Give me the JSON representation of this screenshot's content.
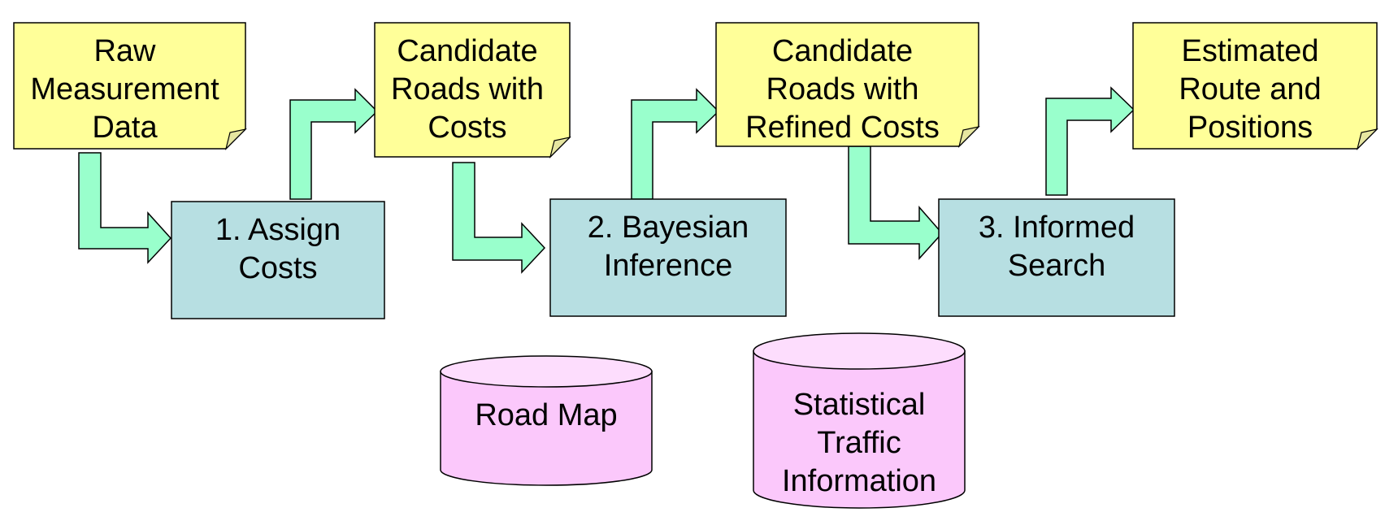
{
  "documents": [
    {
      "id": "raw-data",
      "lines": [
        "Raw",
        "Measurement",
        "Data"
      ]
    },
    {
      "id": "candidate-roads",
      "lines": [
        "Candidate",
        "Roads with",
        "Costs"
      ]
    },
    {
      "id": "refined-roads",
      "lines": [
        "Candidate",
        "Roads with",
        "Refined Costs"
      ]
    },
    {
      "id": "estimated-route",
      "lines": [
        "Estimated",
        "Route and",
        "Positions"
      ]
    }
  ],
  "processes": [
    {
      "id": "assign-costs",
      "lines": [
        "1. Assign",
        "Costs"
      ]
    },
    {
      "id": "bayesian-inference",
      "lines": [
        "2. Bayesian",
        "Inference"
      ]
    },
    {
      "id": "informed-search",
      "lines": [
        "3. Informed",
        "Search"
      ]
    }
  ],
  "databases": [
    {
      "id": "road-map",
      "lines": [
        "Road Map"
      ]
    },
    {
      "id": "traffic-info",
      "lines": [
        "Statistical",
        "Traffic",
        "Information"
      ]
    }
  ],
  "colors": {
    "document_fill": "#FFFF99",
    "document_fold": "#E6E6A0",
    "process_fill": "#B7DFE2",
    "database_fill": "#FBC8FB",
    "database_top": "#FDDDFD",
    "arrow_fill": "#99FFCC",
    "stroke": "#000000"
  },
  "icons": {
    "arrow": "elbow-arrow",
    "document": "document-shape",
    "database": "cylinder-shape"
  }
}
